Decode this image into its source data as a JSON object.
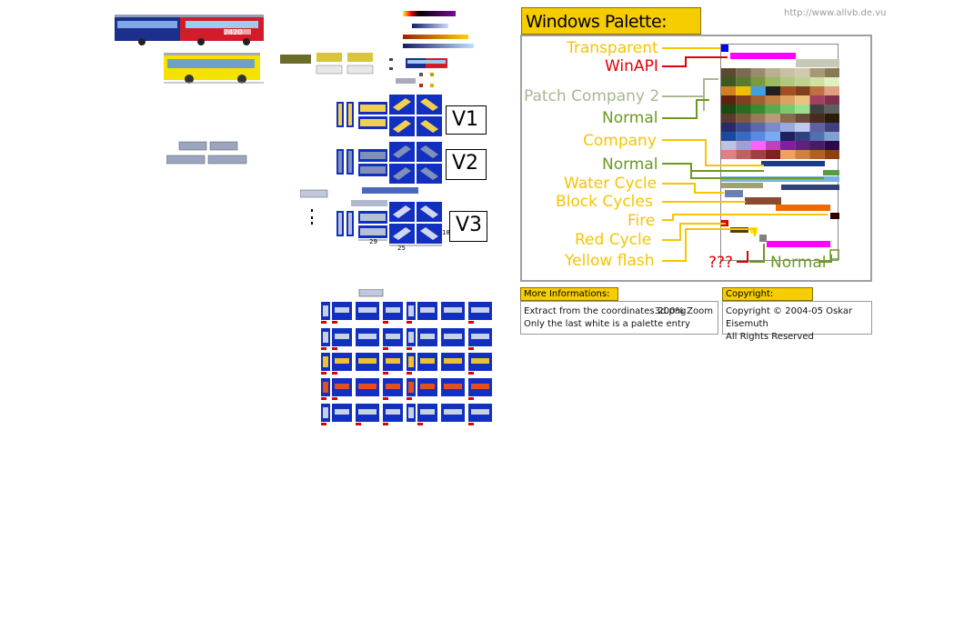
{
  "url": "http://www.allvb.de.vu",
  "title": "Windows Palette:",
  "palette_labels": [
    {
      "text": "Transparent",
      "color": "#f7c400"
    },
    {
      "text": "WinAPI",
      "color": "#e00000"
    },
    {
      "text": "Patch Company 2",
      "color": "#a8b890"
    },
    {
      "text": "Normal",
      "color": "#6b9a20"
    },
    {
      "text": "Company",
      "color": "#f7c400"
    },
    {
      "text": "Normal",
      "color": "#6b9a20"
    },
    {
      "text": "Water Cycle",
      "color": "#f7c400"
    },
    {
      "text": "Block Cycles",
      "color": "#f7c400"
    },
    {
      "text": "Fire",
      "color": "#f7c400"
    },
    {
      "text": "Red Cycle",
      "color": "#f7c400"
    },
    {
      "text": "Yellow flash",
      "color": "#f7c400"
    },
    {
      "text": "???",
      "color": "#e00000"
    },
    {
      "text": "Normal",
      "color": "#6b9a20"
    }
  ],
  "more_info": {
    "header": "More Informations:",
    "line1": "Extract from the coordinates3d.png",
    "zoom": "200% Zoom",
    "line2": "Only the last white is a palette entry"
  },
  "copyright": {
    "header": "Copyright:",
    "line1": "Copyright © 2004-05 Oskar Eisemuth",
    "line2": "All Rights Reserved"
  },
  "sprites": {
    "v1": "V1",
    "v2": "V2",
    "v3": "V3",
    "dim_29": "29",
    "dim_25": "25",
    "dim_18": "18",
    "bus_number": "2420"
  }
}
